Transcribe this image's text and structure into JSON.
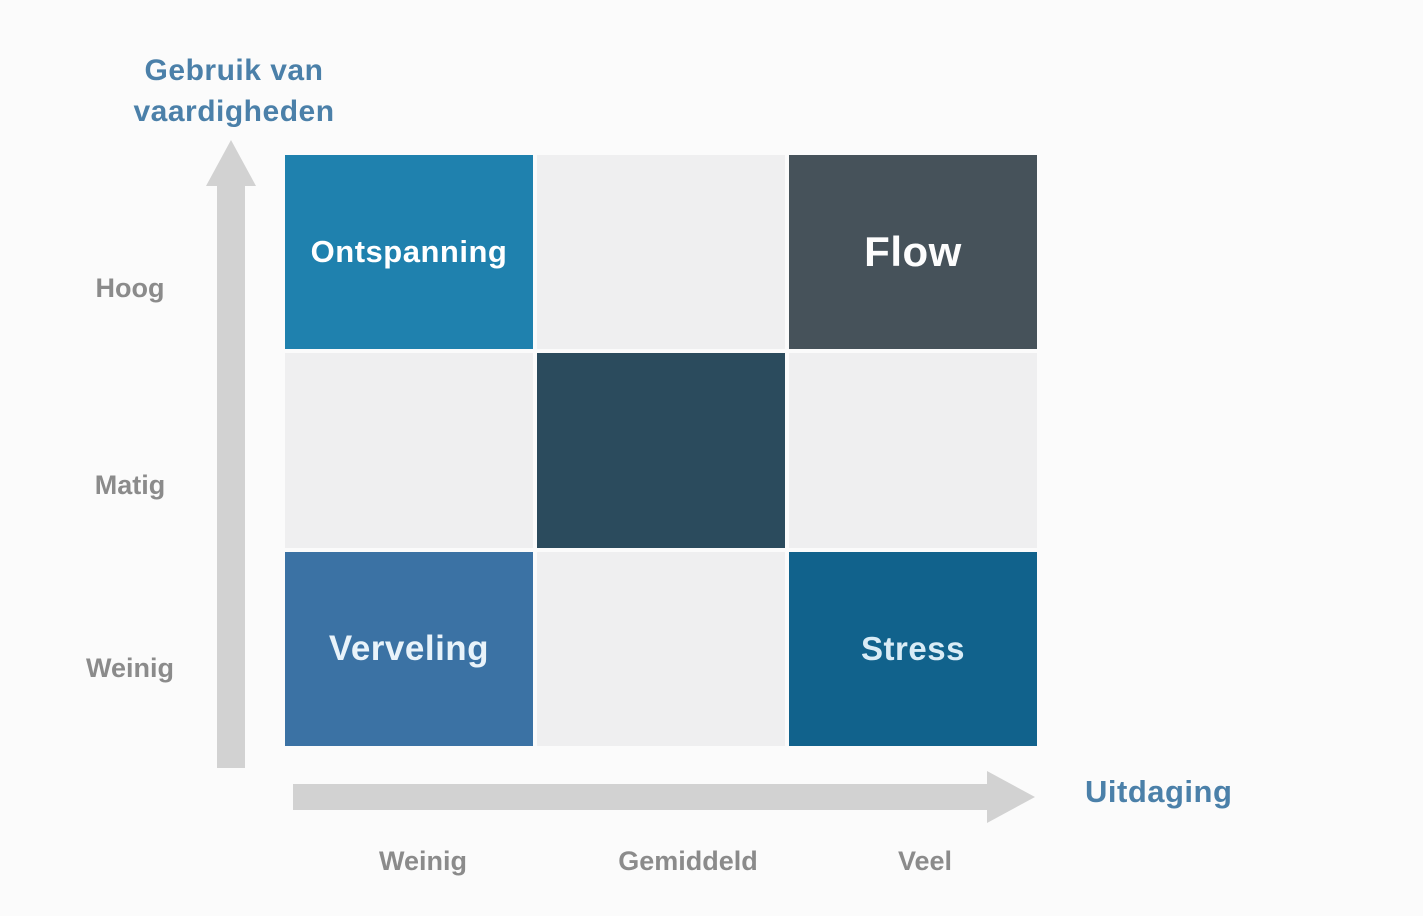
{
  "diagram": {
    "y_axis": {
      "title_line1": "Gebruik van",
      "title_line2": "vaardigheden",
      "labels": [
        "Hoog",
        "Matig",
        "Weinig"
      ]
    },
    "x_axis": {
      "title": "Uitdaging",
      "labels": [
        "Weinig",
        "Gemiddeld",
        "Veel"
      ]
    },
    "cells": [
      {
        "label": "Ontspanning",
        "bg": "#1f81ae",
        "fg": "#ffffff"
      },
      {
        "label": "",
        "bg": "#efeff0"
      },
      {
        "label": "Flow",
        "bg": "#46525a",
        "fg": "#fdfdfd"
      },
      {
        "label": "",
        "bg": "#efeff0"
      },
      {
        "label": "",
        "bg": "#2b4b5d"
      },
      {
        "label": "",
        "bg": "#efeff0"
      },
      {
        "label": "Verveling",
        "bg": "#3b72a4",
        "fg": "#e9f3fa"
      },
      {
        "label": "",
        "bg": "#efeff0"
      },
      {
        "label": "Stress",
        "bg": "#11628c",
        "fg": "#d9ecf6"
      }
    ],
    "colors": {
      "accent_blue": "#4b80a9",
      "label_gray": "#8b8b8b",
      "arrow_gray": "#d2d2d2",
      "background": "#fbfbfb"
    }
  }
}
